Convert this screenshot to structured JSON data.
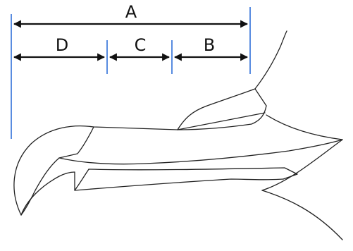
{
  "labels": {
    "a": "A",
    "b": "B",
    "c": "C",
    "d": "D"
  },
  "colors": {
    "guide_lines": "#2f6fd8",
    "arrows": "#111111",
    "outline": "#222222"
  }
}
